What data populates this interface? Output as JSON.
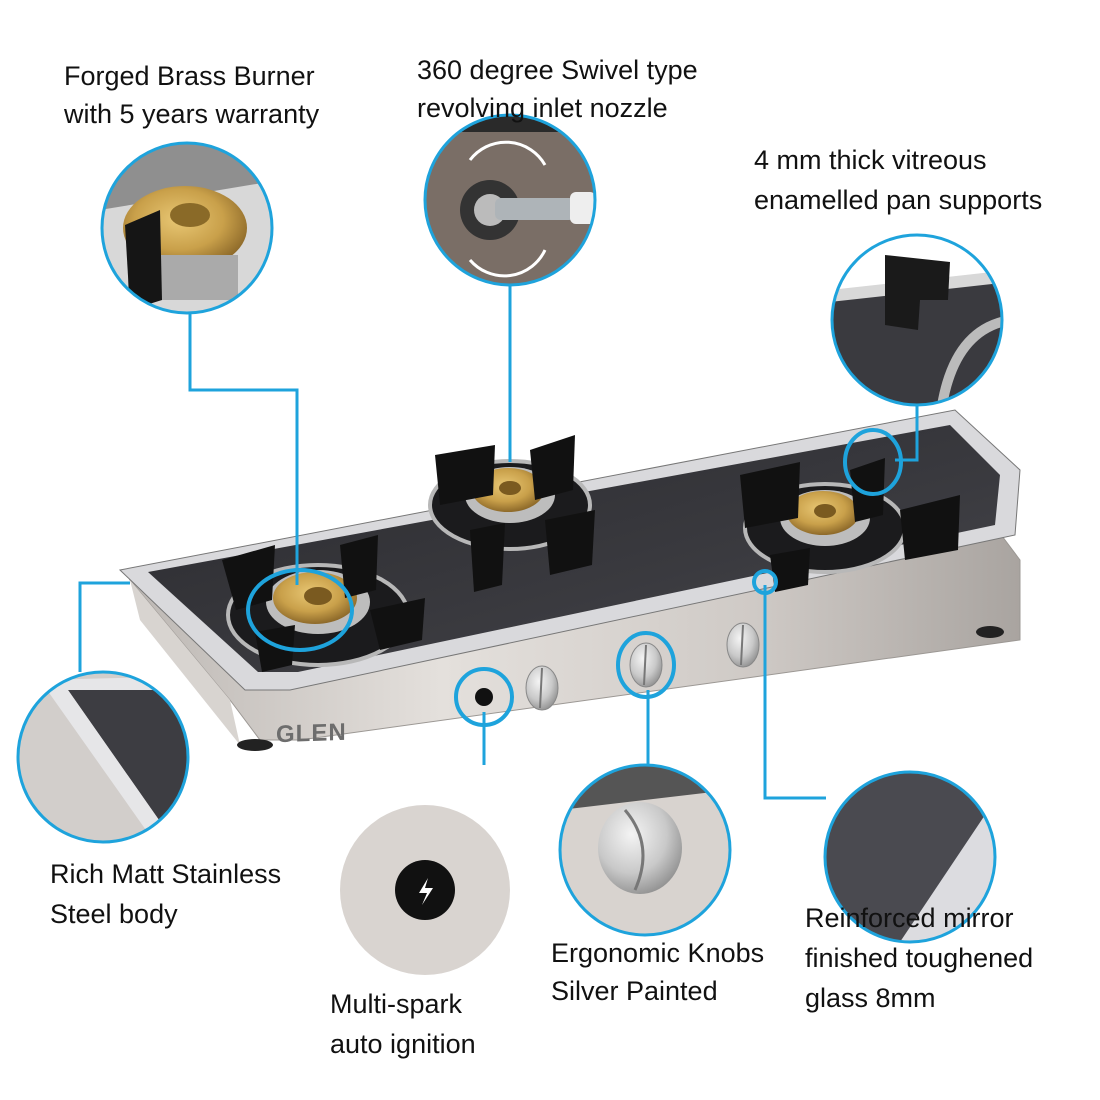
{
  "product": {
    "brand": "GLEN",
    "description": "Three burner glass top gas stove with stainless steel body"
  },
  "accent_color": "#1ea3dc",
  "features": {
    "brass_burner": {
      "lines": [
        "Forged Brass Burner",
        "with 5 years warranty"
      ]
    },
    "swivel_nozzle": {
      "lines": [
        "360 degree Swivel type",
        "revolving inlet nozzle"
      ]
    },
    "pan_supports": {
      "lines": [
        "4 mm thick vitreous",
        "enamelled pan supports"
      ]
    },
    "steel_body": {
      "lines": [
        "Rich Matt Stainless",
        "Steel body"
      ]
    },
    "auto_ignition": {
      "lines": [
        "Multi-spark",
        "auto ignition"
      ]
    },
    "knobs": {
      "lines": [
        "Ergonomic Knobs",
        "Silver Painted"
      ]
    },
    "glass": {
      "lines": [
        "Reinforced mirror",
        "finished toughened",
        "glass 8mm"
      ]
    }
  }
}
